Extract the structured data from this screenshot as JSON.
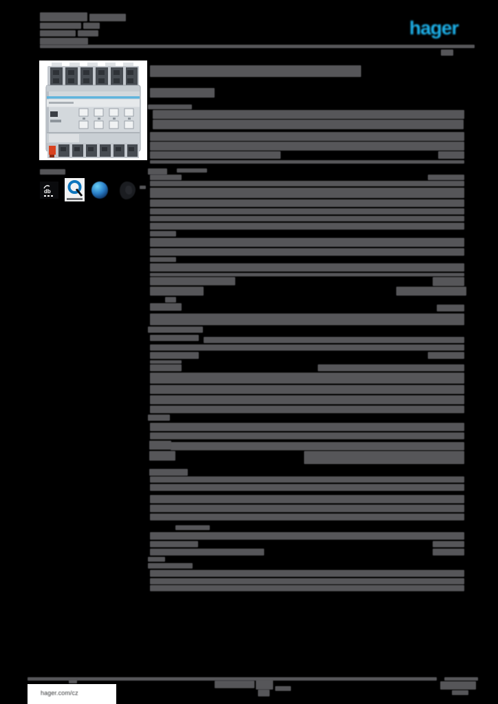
{
  "header": {
    "logo_text": "hager",
    "logo_color": "#1db0e8"
  },
  "footer": {
    "site_url": "hager.com/cz"
  },
  "certification_icons": [
    {
      "name": "black-badge-icon",
      "style": "black tile with white db glyph"
    },
    {
      "name": "knx-quality-q-icon",
      "style": "white tile, blue Q ring with black needle"
    },
    {
      "name": "blue-globe-icon",
      "style": "blue sphere badge"
    },
    {
      "name": "dark-silhouette-icon",
      "style": "dark blob badge"
    }
  ],
  "product_photo": {
    "name": "din-rail-knx-device-photo",
    "stripe_color": "#5fb4dd",
    "body_color": "#d3d8dc",
    "terminal_color": "#474c52",
    "lever_color": "#d8421f"
  },
  "colors": {
    "page_background": "#000000",
    "redaction_bar": "#565659",
    "footer_box_background": "#ffffff"
  },
  "redacted_text_blocks": {
    "header": [
      [
        58,
        18,
        69,
        13
      ],
      [
        130,
        20,
        53,
        11
      ],
      [
        58,
        33,
        60,
        9
      ],
      [
        121,
        33,
        24,
        9
      ],
      [
        58,
        44,
        52,
        9
      ],
      [
        113,
        44,
        30,
        9
      ],
      [
        58,
        55,
        70,
        10
      ],
      [
        58,
        65,
        632,
        5
      ],
      [
        641,
        72,
        18,
        9
      ]
    ],
    "left_column": [
      [
        58,
        246,
        37,
        8
      ],
      [
        203,
        270,
        9,
        5
      ]
    ],
    "content": [
      [
        218,
        95,
        307,
        17
      ],
      [
        218,
        128,
        94,
        14
      ],
      [
        215,
        152,
        64,
        7
      ],
      [
        222,
        160,
        453,
        13
      ],
      [
        222,
        174,
        452,
        14
      ],
      [
        218,
        192,
        457,
        13
      ],
      [
        218,
        206,
        457,
        13
      ],
      [
        218,
        220,
        190,
        11
      ],
      [
        637,
        220,
        38,
        11
      ],
      [
        218,
        233,
        457,
        5
      ],
      [
        215,
        245,
        28,
        9
      ],
      [
        257,
        245,
        44,
        6
      ],
      [
        218,
        254,
        46,
        8
      ],
      [
        622,
        254,
        53,
        8
      ],
      [
        218,
        263,
        457,
        8
      ],
      [
        218,
        273,
        457,
        15
      ],
      [
        218,
        290,
        457,
        11
      ],
      [
        218,
        303,
        457,
        9
      ],
      [
        218,
        314,
        457,
        8
      ],
      [
        218,
        324,
        457,
        10
      ],
      [
        218,
        336,
        38,
        8
      ],
      [
        218,
        346,
        457,
        13
      ],
      [
        218,
        361,
        457,
        11
      ],
      [
        218,
        374,
        38,
        7
      ],
      [
        218,
        383,
        457,
        12
      ],
      [
        218,
        397,
        457,
        5
      ],
      [
        218,
        403,
        124,
        12
      ],
      [
        629,
        403,
        46,
        13
      ],
      [
        218,
        417,
        78,
        13
      ],
      [
        576,
        417,
        102,
        13
      ],
      [
        240,
        432,
        16,
        8
      ],
      [
        218,
        441,
        46,
        11
      ],
      [
        635,
        443,
        40,
        10
      ],
      [
        218,
        456,
        457,
        17
      ],
      [
        215,
        475,
        80,
        9
      ],
      [
        218,
        487,
        71,
        9
      ],
      [
        296,
        490,
        379,
        9
      ],
      [
        218,
        501,
        457,
        9
      ],
      [
        218,
        512,
        71,
        10
      ],
      [
        622,
        512,
        53,
        10
      ],
      [
        218,
        524,
        46,
        5
      ],
      [
        218,
        530,
        46,
        10
      ],
      [
        462,
        530,
        213,
        10
      ],
      [
        218,
        542,
        457,
        16
      ],
      [
        218,
        560,
        457,
        13
      ],
      [
        218,
        575,
        457,
        13
      ],
      [
        218,
        590,
        457,
        11
      ],
      [
        215,
        603,
        32,
        9
      ],
      [
        218,
        615,
        457,
        12
      ],
      [
        218,
        629,
        457,
        10
      ],
      [
        217,
        641,
        32,
        13
      ],
      [
        248,
        643,
        427,
        12
      ],
      [
        217,
        656,
        38,
        14
      ],
      [
        442,
        656,
        233,
        19
      ],
      [
        217,
        682,
        56,
        10
      ],
      [
        218,
        693,
        457,
        9
      ],
      [
        218,
        704,
        457,
        10
      ],
      [
        218,
        720,
        457,
        12
      ],
      [
        218,
        734,
        457,
        11
      ],
      [
        218,
        747,
        457,
        10
      ],
      [
        255,
        764,
        50,
        7
      ],
      [
        218,
        774,
        457,
        11
      ],
      [
        218,
        787,
        70,
        9
      ],
      [
        629,
        787,
        46,
        9
      ],
      [
        218,
        798,
        166,
        10
      ],
      [
        629,
        798,
        46,
        10
      ],
      [
        215,
        810,
        25,
        7
      ],
      [
        215,
        819,
        65,
        8
      ],
      [
        218,
        829,
        457,
        10
      ],
      [
        218,
        841,
        457,
        9
      ],
      [
        218,
        851,
        457,
        9
      ]
    ],
    "footer": [
      [
        40,
        985,
        595,
        5
      ],
      [
        646,
        985,
        49,
        5
      ],
      [
        100,
        988,
        12,
        6
      ],
      [
        312,
        990,
        58,
        11
      ],
      [
        372,
        989,
        25,
        14
      ],
      [
        375,
        1003,
        17,
        10
      ],
      [
        400,
        998,
        23,
        7
      ],
      [
        640,
        991,
        52,
        12
      ],
      [
        657,
        1004,
        24,
        7
      ]
    ]
  }
}
